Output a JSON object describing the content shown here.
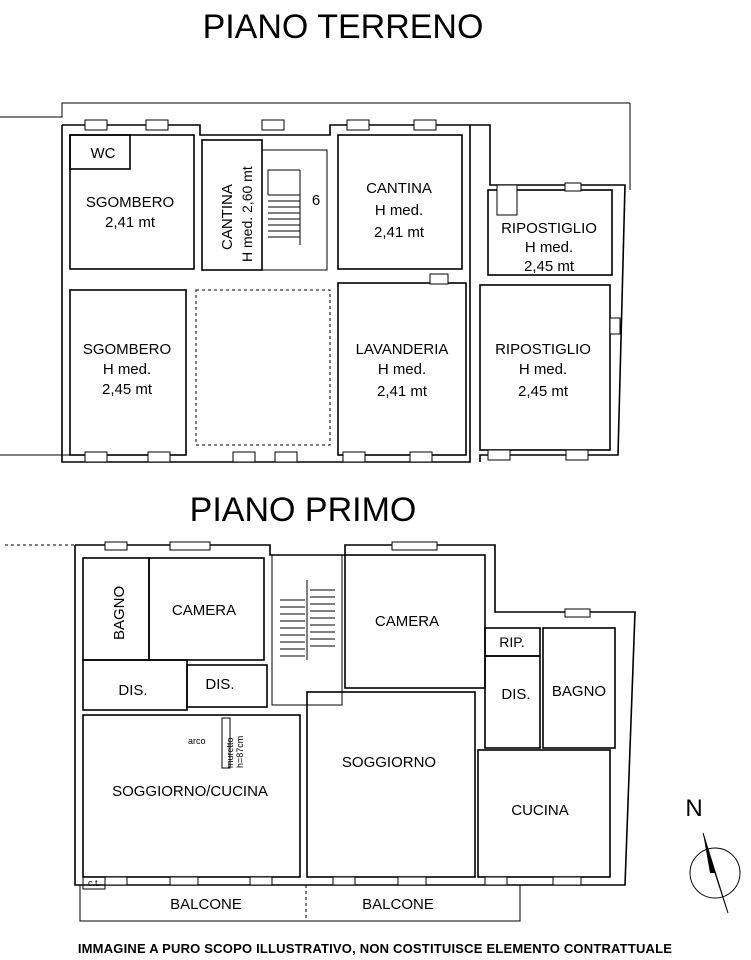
{
  "titles": {
    "ground_floor": "PIANO TERRENO",
    "first_floor": "PIANO PRIMO"
  },
  "ground_floor_rooms": {
    "wc": "WC",
    "sgombero_1": {
      "name": "SGOMBERO",
      "height": "2,41 mt"
    },
    "cantina_stair": {
      "name": "CANTINA",
      "height": "H med. 2,60 mt"
    },
    "stair_number": "6",
    "cantina_right": {
      "name": "CANTINA",
      "height_label": "H med.",
      "height": "2,41 mt"
    },
    "ripostiglio_1": {
      "name": "RIPOSTIGLIO",
      "height_label": "H med.",
      "height": "2,45 mt"
    },
    "sgombero_2": {
      "name": "SGOMBERO",
      "height_label": "H med.",
      "height": "2,45 mt"
    },
    "lavanderia": {
      "name": "LAVANDERIA",
      "height_label": "H med.",
      "height": "2,41 mt"
    },
    "ripostiglio_2": {
      "name": "RIPOSTIGLIO",
      "height_label": "H med.",
      "height": "2,45 mt"
    }
  },
  "first_floor_rooms": {
    "bagno_left": "BAGNO",
    "camera_left": "CAMERA",
    "dis_1": "DIS.",
    "dis_2": "DIS.",
    "arco": "arco",
    "muretto": "muretto",
    "muretto_height": "h=87cm",
    "soggiorno_cucina": "SOGGIORNO/CUCINA",
    "camera_right": "CAMERA",
    "rip": "RIP.",
    "dis_3": "DIS.",
    "bagno_right": "BAGNO",
    "soggiorno": "SOGGIORNO",
    "cucina": "CUCINA",
    "ct": "c.t.",
    "balcone_left": "BALCONE",
    "balcone_right": "BALCONE"
  },
  "compass": {
    "north_label": "N"
  },
  "disclaimer": "IMMAGINE A PURO SCOPO ILLUSTRATIVO, NON COSTITUISCE ELEMENTO CONTRATTUALE"
}
